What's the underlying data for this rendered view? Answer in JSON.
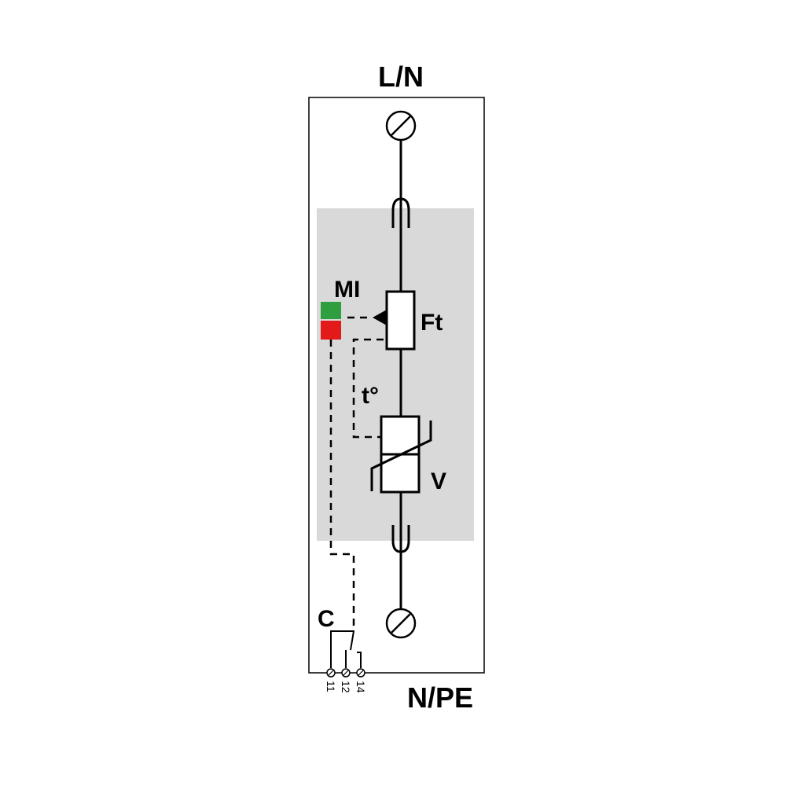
{
  "labels": {
    "top_terminal": "L/N",
    "bottom_terminal": "N/PE",
    "indicator": "MI",
    "fuse": "Ft",
    "thermal": "t°",
    "varistor": "V",
    "contact": "C"
  },
  "contact_terminals": [
    "11",
    "12",
    "14"
  ],
  "colors": {
    "module_bg": "#d9d9d9",
    "indicator_ok": "#2e9e3e",
    "indicator_fault": "#e21a1a",
    "line": "#000000"
  },
  "icons": {
    "terminal": "screw-terminal-icon",
    "plug": "plug-contact-icon",
    "fuse": "thermal-fuse-icon",
    "varistor": "varistor-icon",
    "contact": "changeover-contact-icon"
  }
}
